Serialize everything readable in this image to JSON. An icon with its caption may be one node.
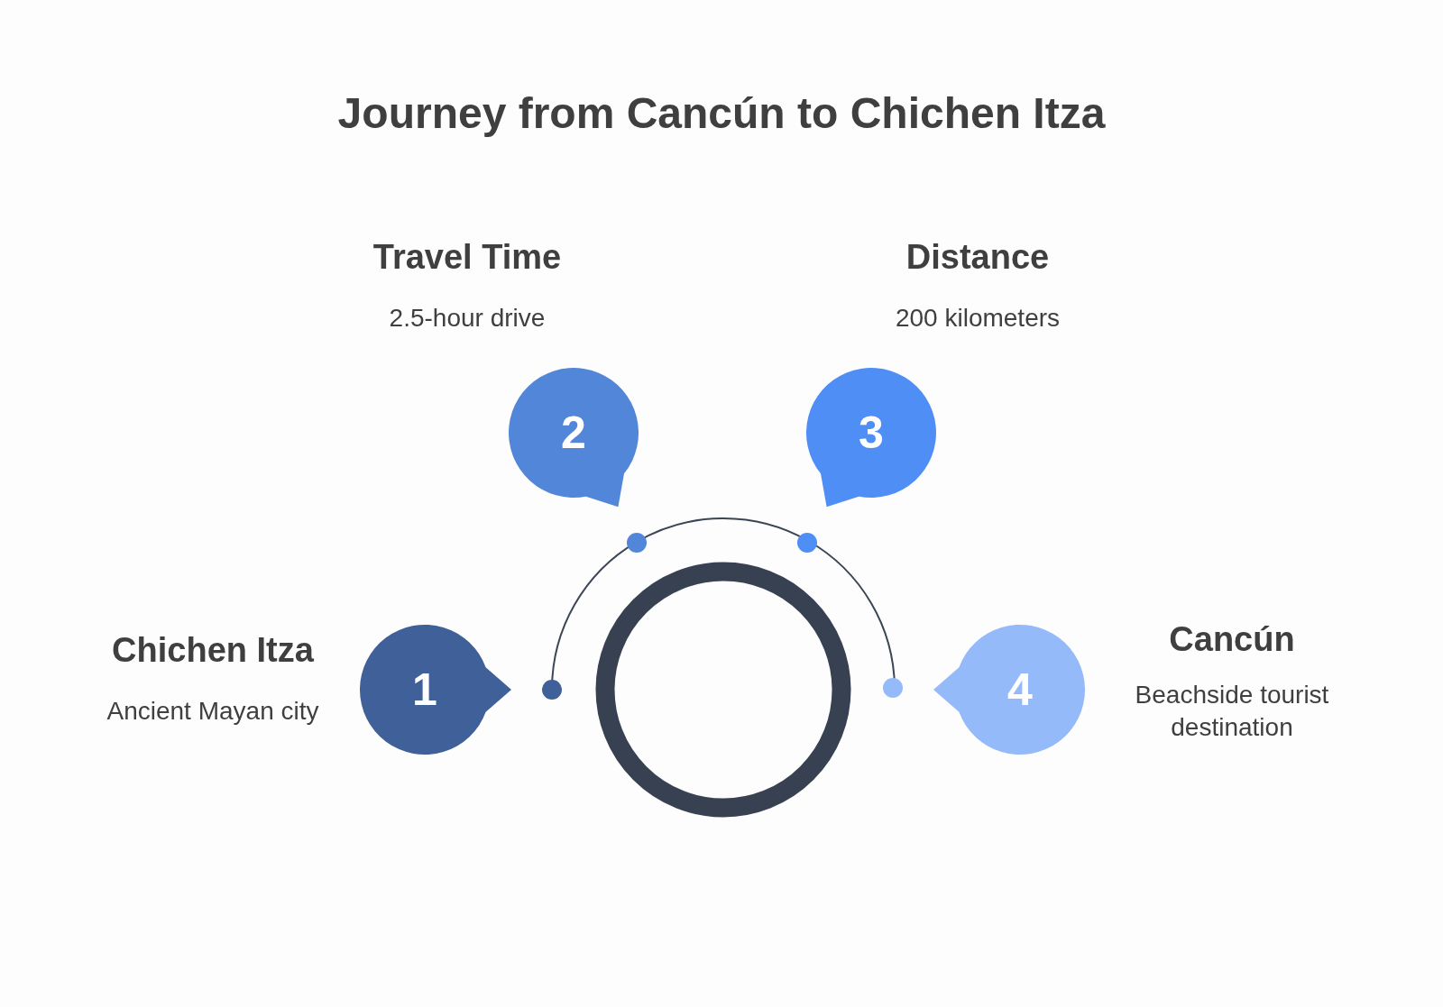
{
  "diagram": {
    "title": "Journey from Cancún to Chichen Itza",
    "nodes": [
      {
        "text": [
          "1"
        ],
        "beside": [
          "Chichen Itza",
          "Ancient Mayan city"
        ]
      },
      {
        "text": [
          "2"
        ],
        "beside": [
          "Travel Time",
          "2.5-hour drive"
        ]
      },
      {
        "text": [
          "3"
        ],
        "beside": [
          "Distance",
          "200 kilometers"
        ]
      },
      {
        "text": [
          "4"
        ],
        "beside": [
          "Cancún",
          "Beachside tourist destination"
        ]
      }
    ],
    "edges": [
      {
        "from": 0,
        "to": 1,
        "arrow": "none"
      },
      {
        "from": 1,
        "to": 2,
        "arrow": "none"
      },
      {
        "from": 2,
        "to": 3,
        "arrow": "none"
      }
    ]
  }
}
